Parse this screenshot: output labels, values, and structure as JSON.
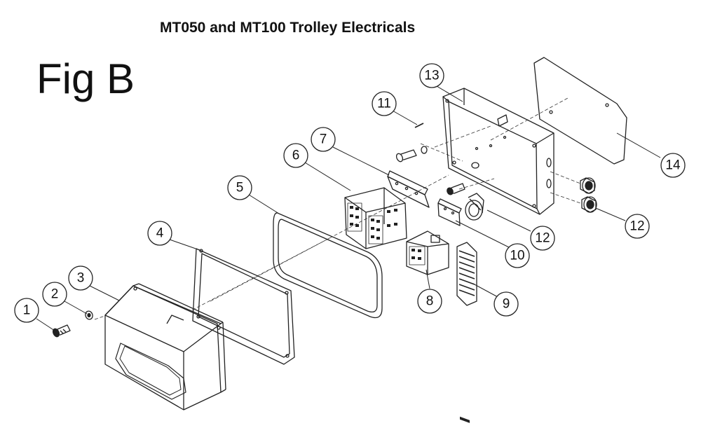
{
  "title": "MT050 and MT100 Trolley Electricals",
  "figure_label": "Fig B",
  "callouts": [
    "1",
    "2",
    "3",
    "4",
    "5",
    "6",
    "7",
    "8",
    "9",
    "10",
    "11",
    "12",
    "12",
    "13",
    "14"
  ]
}
